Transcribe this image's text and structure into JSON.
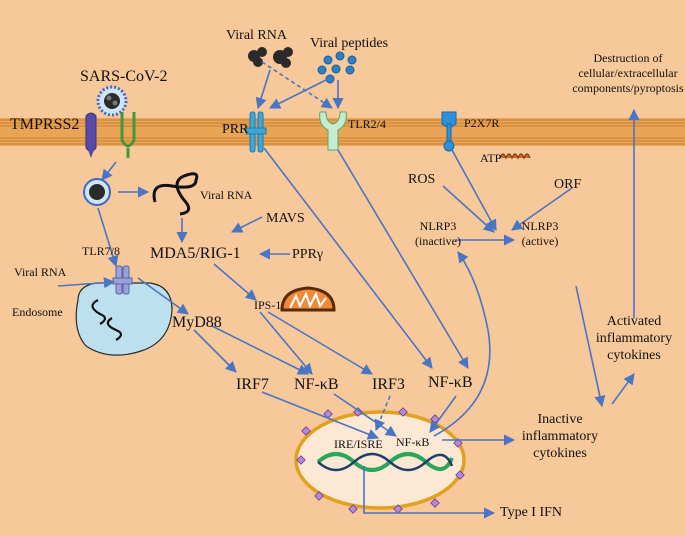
{
  "colors": {
    "background": "#f7c89a",
    "membrane": "#e8a45a",
    "arrow": "#4a74c4",
    "nucleus": "#fde8d4",
    "nucleus_border": "#e0a020",
    "endosome": "#bfe0f0",
    "dna_green": "#2aa55a",
    "dna_dark": "#1f3f6b"
  },
  "membrane": {
    "tmprss2": "TMPRSS2",
    "sars_cov_2": "SARS-CoV-2",
    "prr": "PRR",
    "tlr24": "TLR2/4",
    "p2x7r": "P2X7R"
  },
  "top": {
    "viral_rna": "Viral RNA",
    "viral_peptides": "Viral peptides",
    "destruction": [
      "Destruction of",
      "cellular/extracellular",
      "components/pyroptosis"
    ]
  },
  "cytoplasm": {
    "atp": "ATP",
    "ros": "ROS",
    "orf": "ORF",
    "nlrp3_inactive": [
      "NLRP3",
      "(inactive)"
    ],
    "nlrp3_active": [
      "NLRP3",
      "(active)"
    ],
    "viral_rna_mid": "Viral RNA",
    "mavs": "MAVS",
    "mda5": "MDA5/RIG-1",
    "ppr": "PPRγ",
    "ips1": "IPS-1",
    "tlr78": "TLR7/8",
    "viral_rna_endo": "Viral RNA",
    "endosome": "Endosome",
    "myd88": "MyD88",
    "irf7": "IRF7",
    "nfkb_left": "NF-κB",
    "irf3": "IRF3",
    "nfkb_right": "NF-κB",
    "activated_cytokines": [
      "Activated",
      "inflammatory",
      "cytokines"
    ],
    "inactive_cytokines": [
      "Inactive",
      "inflammatory",
      "cytokines"
    ]
  },
  "nucleus": {
    "ire": "IRE/ISRE",
    "nfkb": "NF-κB",
    "type1_ifn": "Type I IFN"
  }
}
